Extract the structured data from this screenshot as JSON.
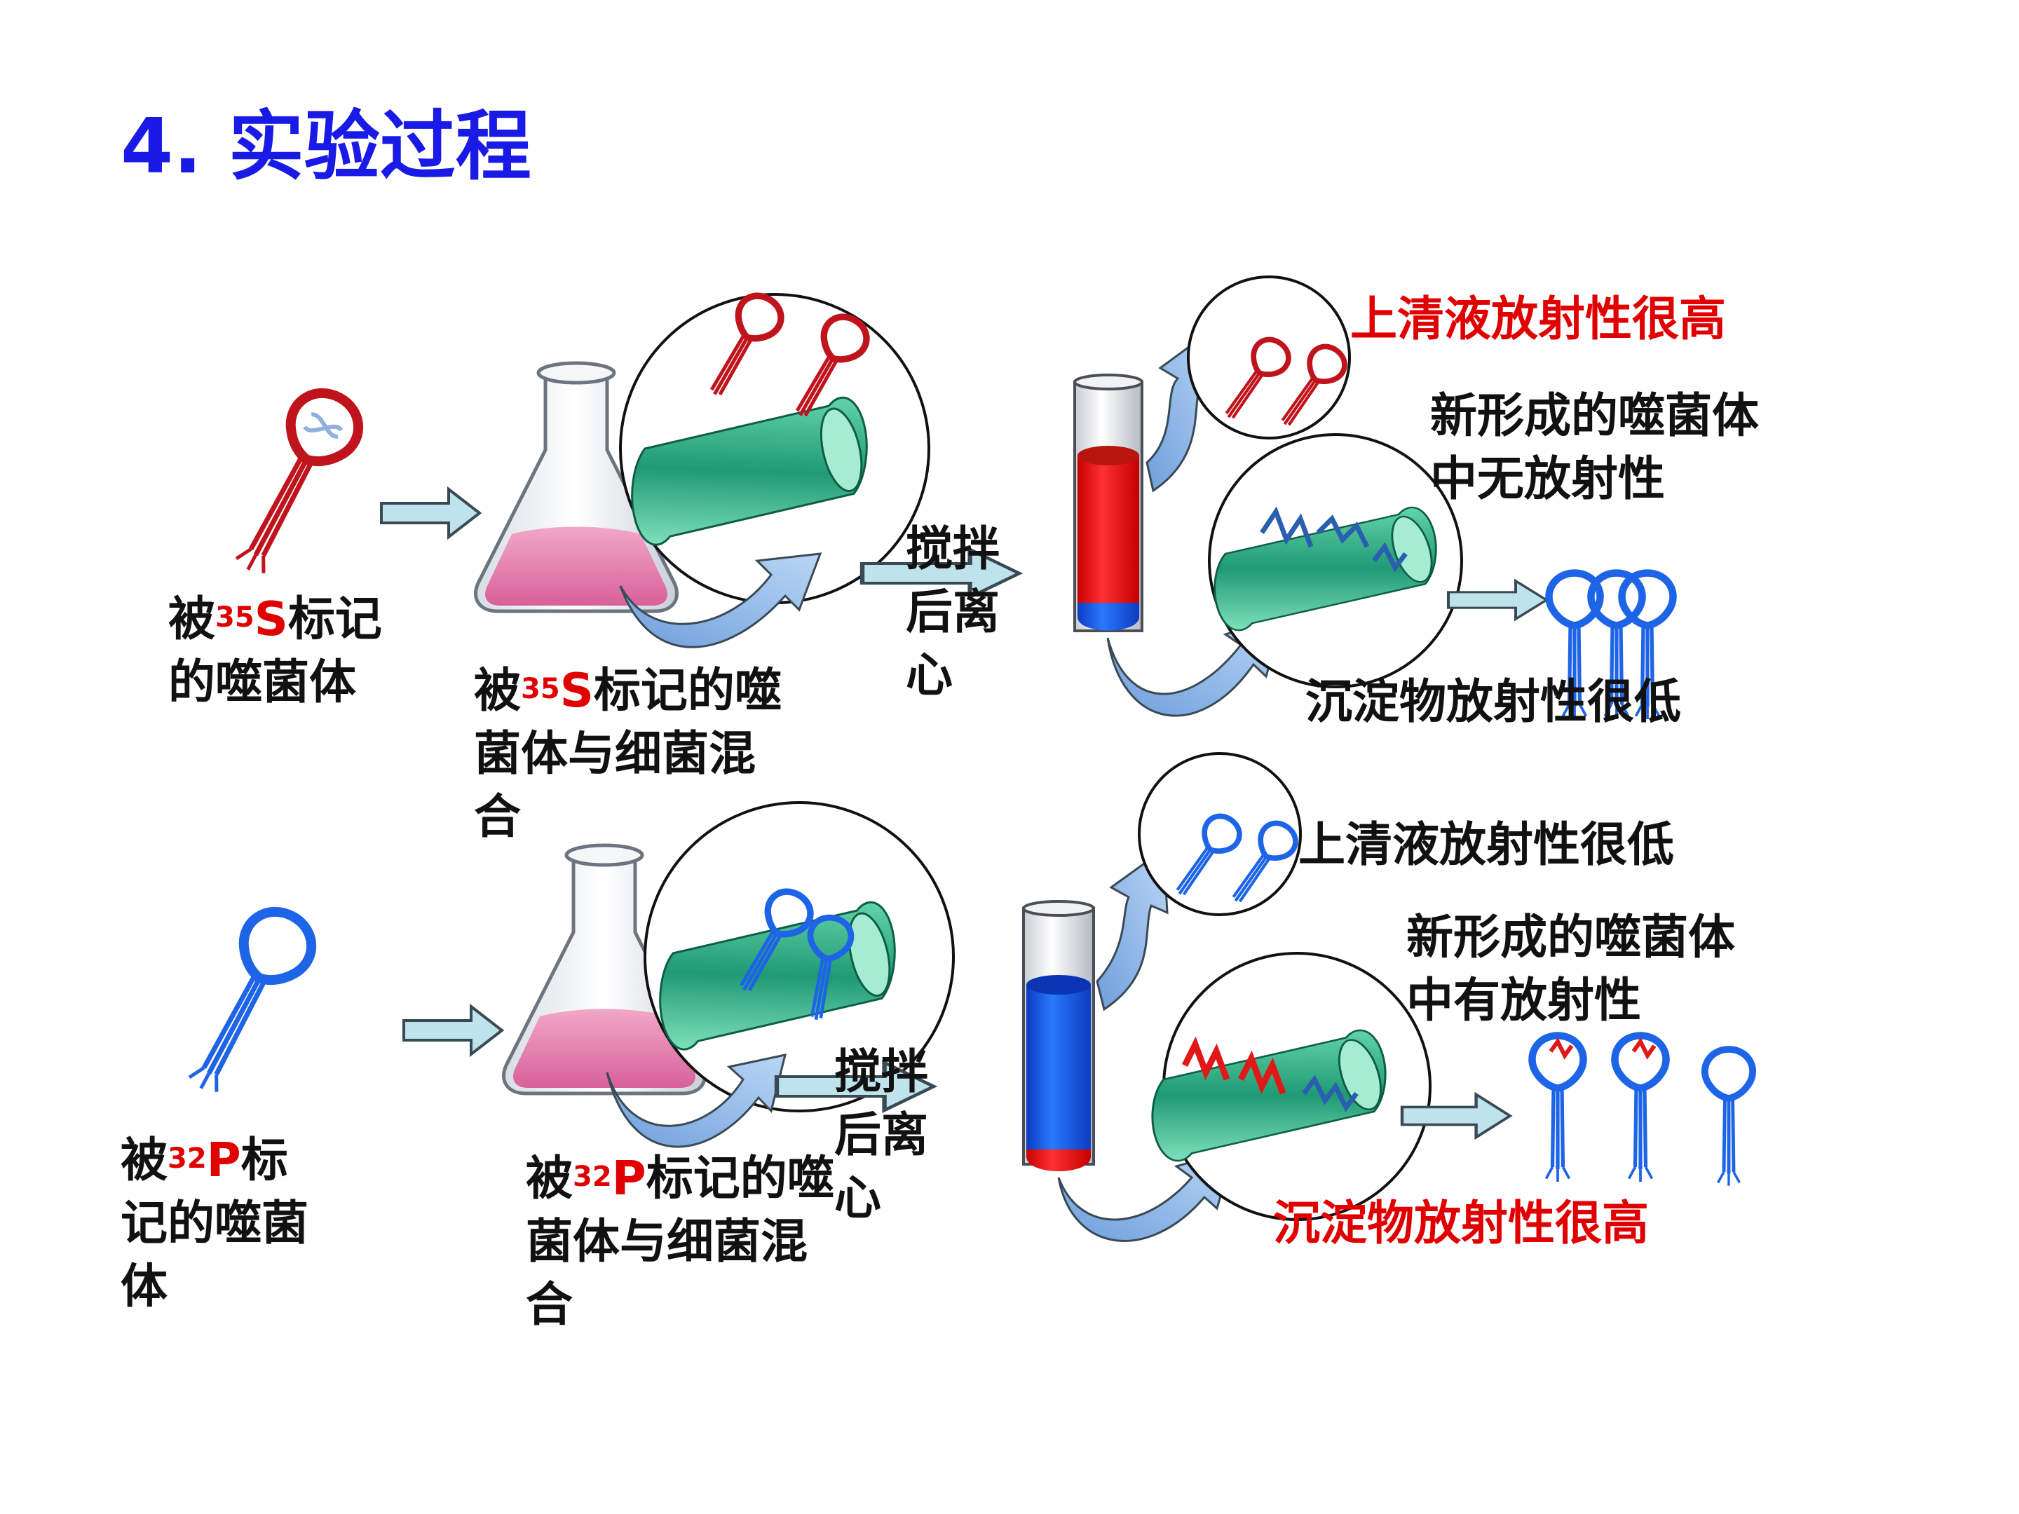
{
  "title": "4. 实验过程",
  "top": {
    "phage_label": {
      "pre": "被",
      "iso_num": "35",
      "iso_sym": "S",
      "post1": "标记",
      "post2": "的噬菌体"
    },
    "flask_label": {
      "pre": "被",
      "iso_num": "35",
      "iso_sym": "S",
      "post1": "标记的噬",
      "line2": "菌体与细菌混",
      "line3": "合"
    },
    "stir_label": [
      "搅拌",
      "后离",
      "心"
    ],
    "supernatant": "上清液放射性很高",
    "new_phage_line1": "新形成的噬菌体",
    "new_phage_line2": "中无放射性",
    "sediment": "沉淀物放射性很低"
  },
  "bottom": {
    "phage_label": {
      "pre": "被",
      "iso_num": "32",
      "iso_sym": "P",
      "post1": "标",
      "line2": "记的噬菌",
      "line3": "体"
    },
    "flask_label": {
      "pre": "被",
      "iso_num": "32",
      "iso_sym": "P",
      "post1": "标记的噬",
      "line2": "菌体与细菌混",
      "line3": "合"
    },
    "stir_label": [
      "搅拌",
      "后离",
      "心"
    ],
    "supernatant": "上清液放射性很低",
    "new_phage_line1": "新形成的噬菌体",
    "new_phage_line2": "中有放射性",
    "sediment": "沉淀物放射性很高"
  },
  "colors": {
    "title": "#1a1ae6",
    "label_35S_red": "#e00000",
    "phage_red": "#c0141c",
    "phage_blue": "#1e64e6",
    "bacteria_green": "#2fb48c",
    "tube_red": "#ee1c1c",
    "tube_blue": "#1c5ce6",
    "arrow_fill": "#bfe3ea",
    "curve_arrow": "#8fb8e8",
    "flask_pink": "#e07aa8"
  },
  "icons": [
    "phage-icon",
    "flask-icon",
    "test-tube-icon",
    "bacterium-icon",
    "arrow-icon",
    "magnifier-circle-icon"
  ]
}
